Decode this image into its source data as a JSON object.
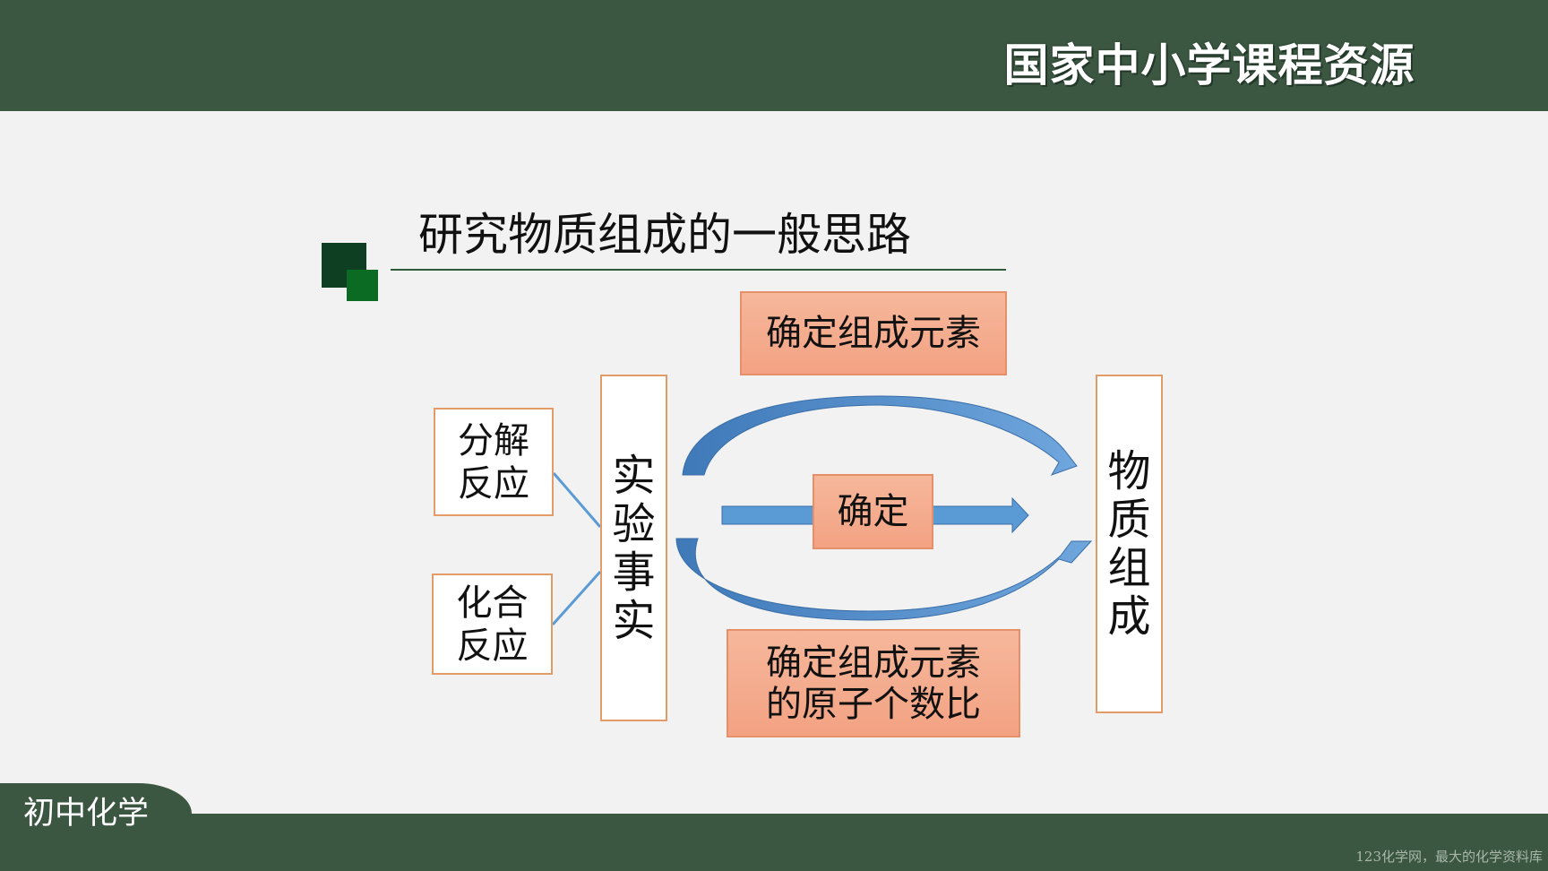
{
  "header": {
    "brand": "国家中小学课程资源"
  },
  "slide": {
    "title": "研究物质组成的一般思路"
  },
  "diagram": {
    "left_boxes": [
      {
        "label": "分解\n反应"
      },
      {
        "label": "化合\n反应"
      }
    ],
    "experiment_box": {
      "label": "实\n验\n事\n实"
    },
    "composition_box": {
      "label": "物\n质\n组\n成"
    },
    "top_label": "确定组成元素",
    "middle_label": "确定",
    "bottom_label": "确定组成元素\n的原子个数比"
  },
  "footer": {
    "subject": "初中化学",
    "watermark": "123化学网，最大的化学资料库"
  },
  "colors": {
    "bar": "#3b5641",
    "arrow": "#5b9bd5",
    "box_border": "#e39b68",
    "salmon": "#f4a889"
  }
}
